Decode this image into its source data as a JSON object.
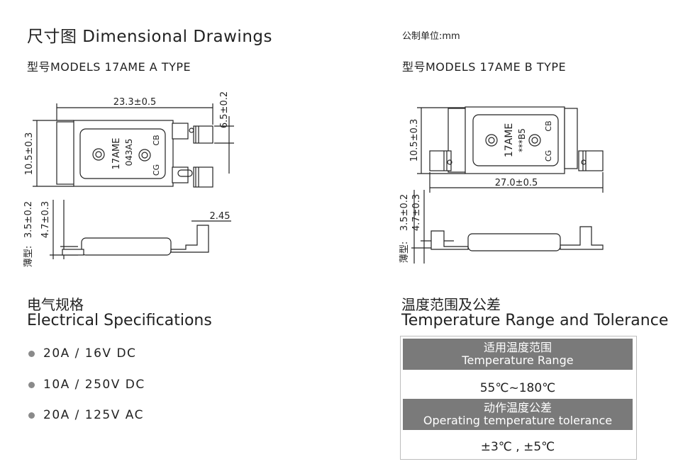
{
  "header": {
    "title": "尺寸图  Dimensional Drawings",
    "unit_label": "公制单位:mm"
  },
  "drawing_a": {
    "model_label": "型号MODELS 17AME  A  TYPE",
    "dim_length": "23.3±0.5",
    "dim_height": "10.5±0.3",
    "dim_tab": "6.5±0.2",
    "dim_offset": "2.45",
    "dim_thick_1": "3.5±0.2",
    "dim_thick_2": "4.7±0.3",
    "thin_label": "薄型:",
    "body_text": {
      "l1": "17AME",
      "l2": "043A5",
      "cb": "CB",
      "cg": "CG"
    }
  },
  "drawing_b": {
    "model_label": "型号MODELS 17AME  B TYPE",
    "dim_length": "27.0±0.5",
    "dim_height": "10.5±0.3",
    "dim_thick_1": "3.5±0.2",
    "dim_thick_2": "4.7±0.3",
    "thin_label": "薄型:",
    "body_text": {
      "l1": "17AME",
      "l2": "***B5",
      "cb": "CB",
      "cg": "CG"
    }
  },
  "electrical": {
    "title_cn": "电气规格",
    "title_en": "Electrical Specifications",
    "items": [
      "20A / 16V DC",
      "10A / 250V DC",
      "20A / 125V AC"
    ]
  },
  "temperature": {
    "title_cn": "温度范围及公差",
    "title_en": "Temperature Range and Tolerance",
    "range_header_cn": "适用温度范围",
    "range_header_en": "Temperature Range",
    "range_value": "55℃~180℃",
    "tol_header_cn": "动作温度公差",
    "tol_header_en": "Operating temperature tolerance",
    "tol_value": "±3℃ , ±5℃"
  },
  "colors": {
    "header_bg": "#7a7a7a",
    "bullet": "#8a8a8a"
  }
}
